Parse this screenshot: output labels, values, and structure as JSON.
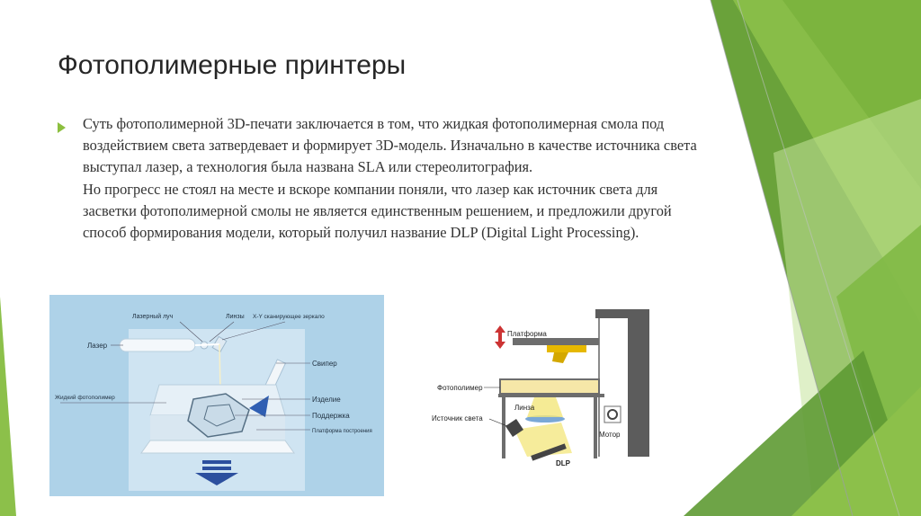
{
  "slide": {
    "title": "Фотополимерные принтеры",
    "paragraphs": [
      "Суть фотополимерной 3D-печати заключается в том, что жидкая фотополимерная смола под воздействием света затвердевает и формирует 3D-модель. Изначально в качестве источника света выступал лазер, а технология была названа SLA или стереолитография.",
      "Но прогресс не стоял на месте и вскоре компании поняли, что лазер как источник света для засветки фотополимерной смолы не является единственным решением, и предложили другой способ формирования модели, который получил название DLP (Digital Light Processing)."
    ]
  },
  "figure_sla": {
    "labels": {
      "laser_beam": "Лазерный луч",
      "lenses": "Линзы",
      "xy_mirror": "X-Y сканирующее зеркало",
      "laser": "Лазер",
      "sweeper": "Свипер",
      "liquid_photopolymer": "Жидкий фотополимер",
      "part": "Изделие",
      "support": "Поддержка",
      "build_platform": "Платформа построения"
    }
  },
  "figure_dlp": {
    "labels": {
      "platform": "Платформа",
      "photopolymer": "Фотополимер",
      "lens": "Линза",
      "light_source": "Источник света",
      "motor": "Мотор",
      "dlp": "DLP"
    }
  },
  "colors": {
    "accent_green": "#8cbf3f",
    "dark_green": "#4f8a2c",
    "light_green": "#c9e3a0"
  }
}
